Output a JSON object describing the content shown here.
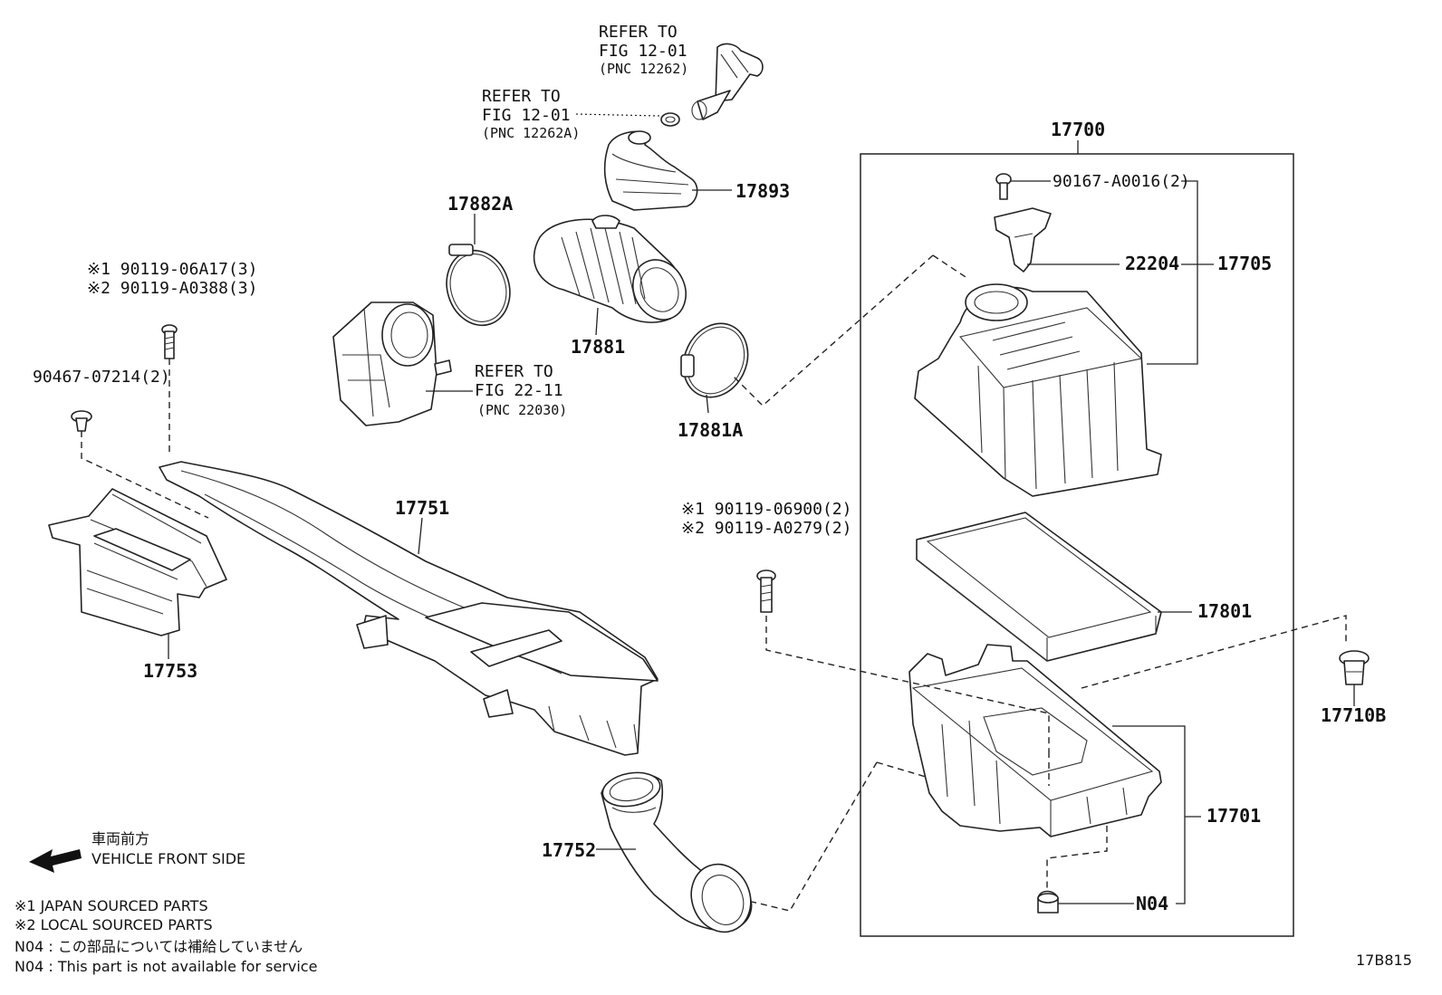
{
  "refs": {
    "fig1201_a_line1": "REFER TO",
    "fig1201_a_line2": "FIG 12-01",
    "fig1201_a_pnc": "(PNC 12262)",
    "fig1201_b_line1": "REFER TO",
    "fig1201_b_line2": "FIG 12-01",
    "fig1201_b_pnc": "(PNC 12262A)",
    "fig2211_line1": "REFER TO",
    "fig2211_line2": "FIG 22-11",
    "fig2211_pnc": "(PNC 22030)"
  },
  "parts": {
    "p17893": "17893",
    "p17882A": "17882A",
    "p17881": "17881",
    "p17881A": "17881A",
    "p17751": "17751",
    "p17753": "17753",
    "p17752": "17752",
    "p17700": "17700",
    "p90167": "90167-A0016(2)",
    "p22204": "22204",
    "p17705": "17705",
    "p17801": "17801",
    "p17701": "17701",
    "pN04": "N04",
    "p17710B": "17710B",
    "bolt_a1": "※1 90119-06A17(3)",
    "bolt_a2": "※2 90119-A0388(3)",
    "clip": "90467-07214(2)",
    "bolt_b1": "※1 90119-06900(2)",
    "bolt_b2": "※2 90119-A0279(2)"
  },
  "legend": {
    "front_jp": "車両前方",
    "front_en": "VEHICLE FRONT SIDE",
    "note1": "※1  JAPAN SOURCED PARTS",
    "note2": "※2  LOCAL SOURCED PARTS",
    "n04_jp": "N04 : この部品については補給していません",
    "n04_en": "N04 : This part is not available for service"
  },
  "figure_code": "17B815"
}
